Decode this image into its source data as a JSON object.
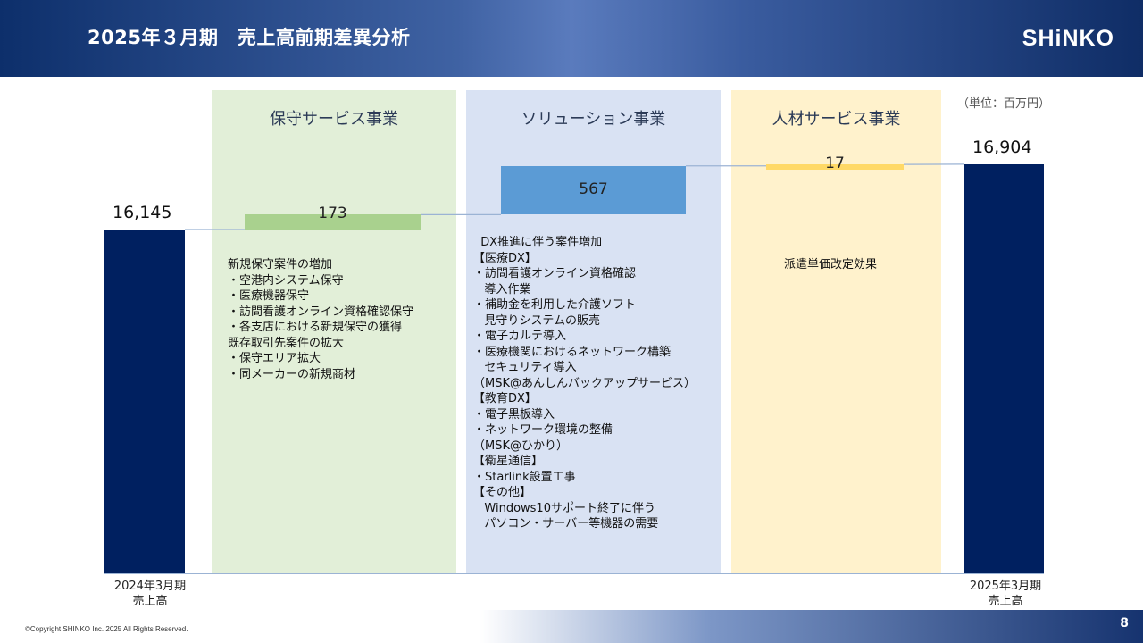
{
  "header": {
    "title": "2025年３月期　売上高前期差異分析",
    "logo": "SHiNKO"
  },
  "unit_label": "（単位：百万円）",
  "columns": [
    {
      "name": "保守サービス事業",
      "color": "#e2efd8"
    },
    {
      "name": "ソリューション事業",
      "color": "#d9e2f3"
    },
    {
      "name": "人材サービス事業",
      "color": "#fff2cc"
    }
  ],
  "notes": {
    "maintenance": "新規保守案件の増加\n・空港内システム保守\n・医療機器保守\n・訪問看護オンライン資格確認保守\n・各支店における新規保守の獲得\n既存取引先案件の拡大\n・保守エリア拡大\n・同メーカーの新規商材",
    "solution": "  DX推進に伴う案件増加\n【医療DX】\n・訪問看護オンライン資格確認\n   導入作業\n・補助金を利用した介護ソフト\n   見守りシステムの販売\n・電子カルテ導入\n・医療機関におけるネットワーク構築\n   セキュリティ導入\n（MSK@あんしんバックアップサービス）\n【教育DX】\n・電子黒板導入\n・ネットワーク環境の整備\n（MSK@ひかり）\n【衛星通信】\n・Starlink設置工事\n【その他】\n   Windows10サポート終了に伴う\n   パソコン・サーバー等機器の需要",
    "staffing": "派遣単価改定効果"
  },
  "chart_data": {
    "type": "bar",
    "subtype": "waterfall",
    "categories": [
      "2024年3月期\n売上高",
      "保守サービス事業",
      "ソリューション事業",
      "人材サービス事業",
      "2025年3月期\n売上高"
    ],
    "start": {
      "label_line1": "2024年3月期",
      "label_line2": "売上高",
      "value": 16145,
      "value_text": "16,145",
      "color": "#002060"
    },
    "steps": [
      {
        "name": "保守サービス事業",
        "value": 173,
        "value_text": "173",
        "color": "#a9d18e"
      },
      {
        "name": "ソリューション事業",
        "value": 567,
        "value_text": "567",
        "color": "#5b9bd5"
      },
      {
        "name": "人材サービス事業",
        "value": 17,
        "value_text": "17",
        "color": "#ffd966"
      }
    ],
    "end": {
      "label_line1": "2025年3月期",
      "label_line2": "売上高",
      "value": 16904,
      "value_text": "16,904",
      "color": "#002060"
    },
    "unit": "百万円"
  },
  "footer": {
    "copyright": "©Copyright SHINKO Inc. 2025 All Rights Reserved.",
    "page": "8"
  }
}
